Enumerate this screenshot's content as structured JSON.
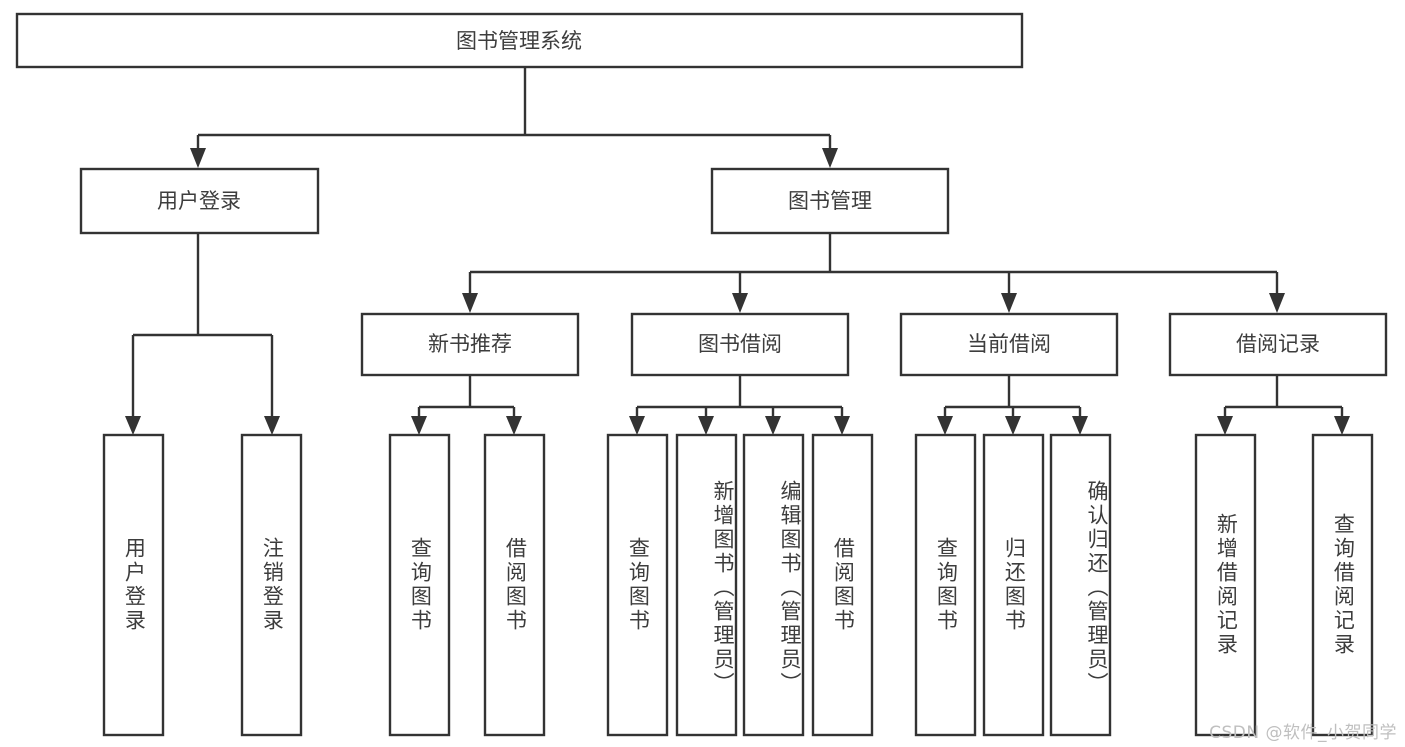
{
  "diagram": {
    "title": "图书管理系统",
    "type": "tree",
    "root": {
      "id": "root",
      "label": "图书管理系统"
    },
    "level2": [
      {
        "id": "user-login",
        "label": "用户登录"
      },
      {
        "id": "book-manage",
        "label": "图书管理"
      }
    ],
    "level3": [
      {
        "id": "new-book-recommend",
        "label": "新书推荐",
        "parent": "book-manage"
      },
      {
        "id": "book-borrow",
        "label": "图书借阅",
        "parent": "book-manage"
      },
      {
        "id": "current-borrow",
        "label": "当前借阅",
        "parent": "book-manage"
      },
      {
        "id": "borrow-record",
        "label": "借阅记录",
        "parent": "book-manage"
      }
    ],
    "leaves": [
      {
        "id": "leaf-user-login",
        "label": "用户登录",
        "parent": "user-login"
      },
      {
        "id": "leaf-user-logout",
        "label": "注销登录",
        "parent": "user-login"
      },
      {
        "id": "leaf-query-book-1",
        "label": "查询图书",
        "parent": "new-book-recommend"
      },
      {
        "id": "leaf-borrow-book-1",
        "label": "借阅图书",
        "parent": "new-book-recommend"
      },
      {
        "id": "leaf-query-book-2",
        "label": "查询图书",
        "parent": "book-borrow"
      },
      {
        "id": "leaf-add-book",
        "label": "新增图书（管理员）",
        "parent": "book-borrow"
      },
      {
        "id": "leaf-edit-book",
        "label": "编辑图书（管理员）",
        "parent": "book-borrow"
      },
      {
        "id": "leaf-borrow-book-2",
        "label": "借阅图书",
        "parent": "book-borrow"
      },
      {
        "id": "leaf-query-book-3",
        "label": "查询图书",
        "parent": "current-borrow"
      },
      {
        "id": "leaf-return-book",
        "label": "归还图书",
        "parent": "current-borrow"
      },
      {
        "id": "leaf-confirm-return",
        "label": "确认归还（管理员）",
        "parent": "current-borrow"
      },
      {
        "id": "leaf-add-record",
        "label": "新增借阅记录",
        "parent": "borrow-record"
      },
      {
        "id": "leaf-query-record",
        "label": "查询借阅记录",
        "parent": "borrow-record"
      }
    ]
  },
  "watermark": {
    "text": "CSDN @软件_小贺同学"
  },
  "colors": {
    "stroke": "#333333",
    "box_fill": "#ffffff",
    "text": "#3d3d3d",
    "background": "#ffffff",
    "watermark": "#bfbfbf"
  }
}
